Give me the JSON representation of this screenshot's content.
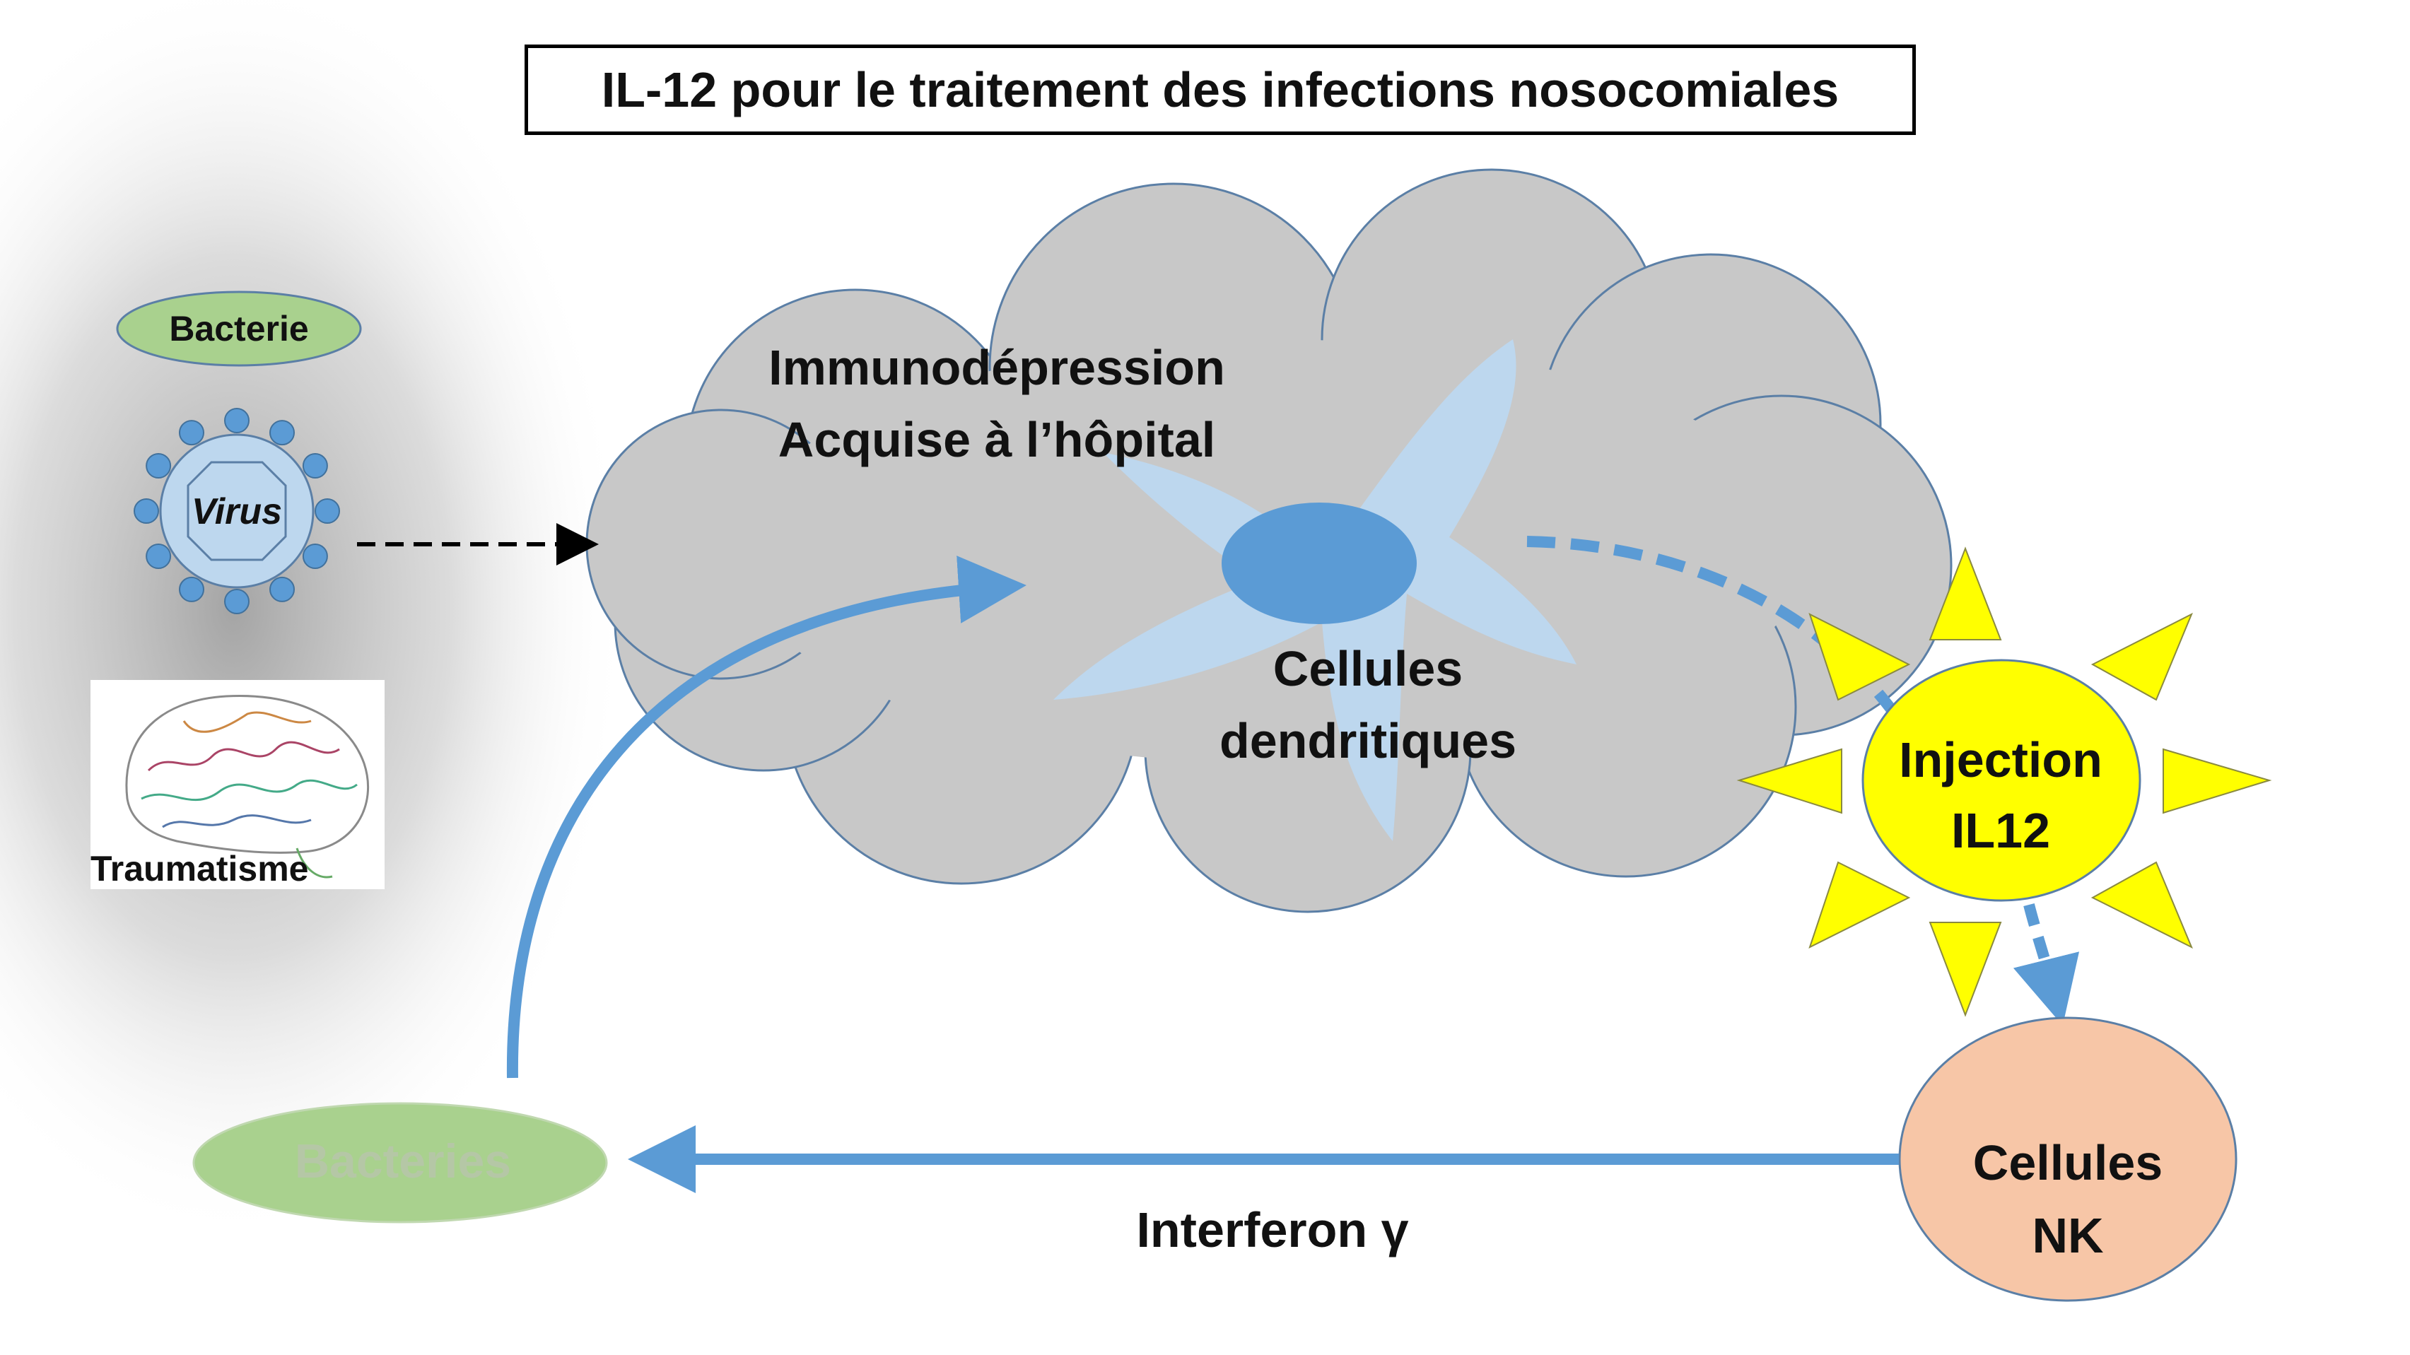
{
  "title": "IL-12 pour le traitement des infections nosocomiales",
  "causes": {
    "bacterie": "Bacterie",
    "virus": "Virus",
    "traumatisme": "Traumatisme"
  },
  "cloud": {
    "line1": "Immunodépression",
    "line2": "Acquise à l’hôpital"
  },
  "dendritic": {
    "line1": "Cellules",
    "line2": "dendritiques"
  },
  "sun": {
    "line1": "Injection",
    "line2": "IL12"
  },
  "nk": {
    "line1": "Cellules",
    "line2": "NK"
  },
  "bacteries": "Bacteries",
  "interferon": "Interferon γ",
  "colors": {
    "cloud": "#c8c8c8",
    "cloud_stroke": "#5b7fa6",
    "dendritic_body": "#bdd7ee",
    "dendritic_nucleus": "#5b9bd5",
    "arrow_blue": "#5b9bd5",
    "sun": "#ffff00",
    "nk": "#f7c6a7",
    "bacterie_fill": "#a9d18e",
    "virus_fill": "#bdd7ee",
    "virus_dots": "#5b9bd5"
  }
}
